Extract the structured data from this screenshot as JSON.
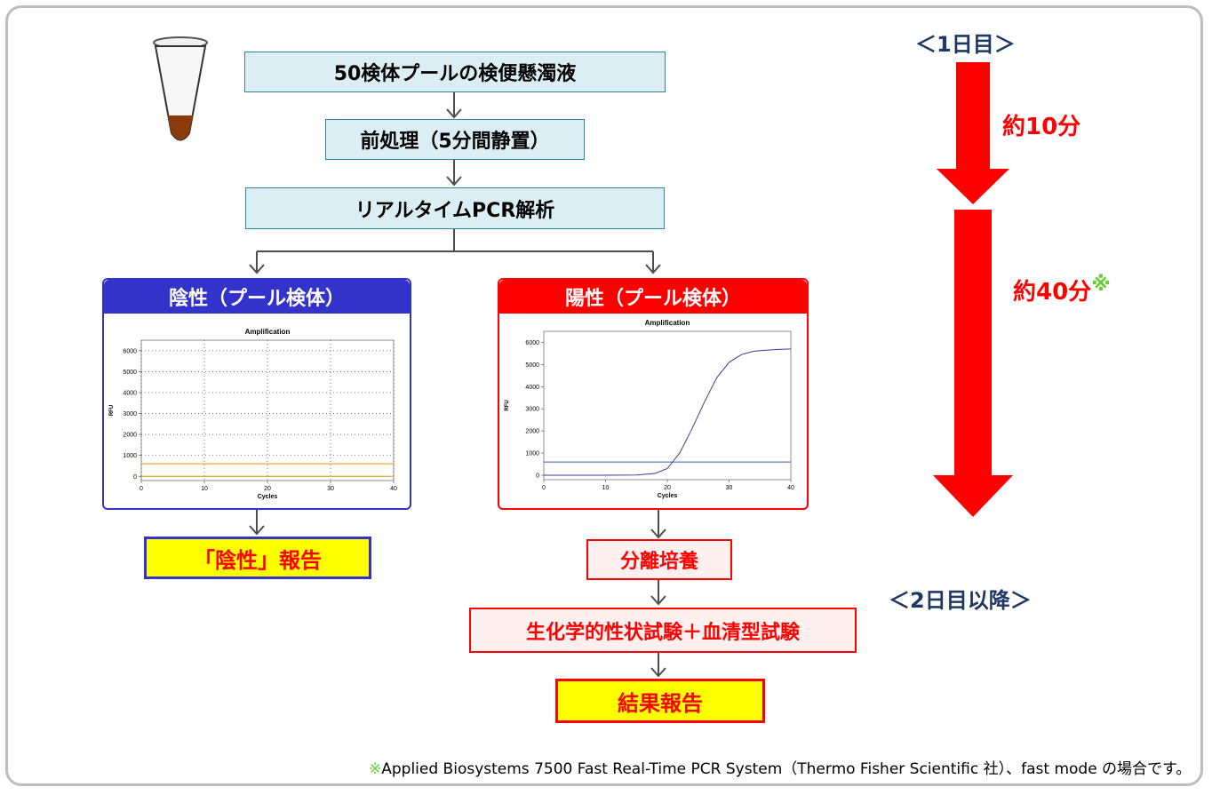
{
  "steps": {
    "step1": "50検体プールの検便懸濁液",
    "step2": "前処理（5分間静置）",
    "step3": "リアルタイムPCR解析",
    "negative_header": "陰性（プール検体）",
    "positive_header": "陽性（プール検体）",
    "negative_report": "「陰性」報告",
    "culture": "分離培養",
    "tests": "生化学的性状試験＋血清型試験",
    "result": "結果報告"
  },
  "timeline": {
    "day1": "＜1日目＞",
    "day2": "＜2日目以降＞",
    "t1": "約10分",
    "t2": "約40分",
    "mark": "※"
  },
  "footnote": {
    "mark": "※",
    "text": "Applied Biosystems 7500 Fast Real-Time PCR System（Thermo Fisher Scientific 社）、fast mode の場合です。"
  },
  "charts": [
    {
      "title": "Amplification",
      "xlabel": "Cycles",
      "ylabel": "RFU",
      "yticks": [
        "0",
        "1000",
        "2000",
        "3000",
        "4000",
        "5000",
        "6000"
      ],
      "xticks": [
        "0",
        "10",
        "20",
        "30",
        "40"
      ]
    },
    {
      "title": "Amplification",
      "xlabel": "Cycles",
      "ylabel": "RFU",
      "yticks": [
        "0",
        "1000",
        "2000",
        "3000",
        "4000",
        "5000",
        "6000"
      ],
      "xticks": [
        "0",
        "10",
        "20",
        "30",
        "40"
      ]
    }
  ],
  "chart_data": [
    {
      "type": "line",
      "title": "Amplification",
      "xlabel": "Cycles",
      "ylabel": "RFU",
      "xlim": [
        0,
        40
      ],
      "ylim": [
        -200,
        6500
      ],
      "grid": true,
      "series": [
        {
          "x": [
            0,
            40
          ],
          "y": [
            600,
            600
          ]
        },
        {
          "x": [
            0,
            40
          ],
          "y": [
            0,
            0
          ]
        }
      ]
    },
    {
      "type": "line",
      "title": "Amplification",
      "xlabel": "Cycles",
      "ylabel": "RFU",
      "xlim": [
        0,
        40
      ],
      "ylim": [
        -200,
        6500
      ],
      "grid": false,
      "series": [
        {
          "x": [
            0,
            40
          ],
          "y": [
            600,
            600
          ]
        },
        {
          "x": [
            0,
            5,
            10,
            15,
            18,
            20,
            22,
            24,
            26,
            28,
            30,
            32,
            34,
            36,
            38,
            40
          ],
          "y": [
            0,
            0,
            0,
            10,
            80,
            300,
            1000,
            2100,
            3300,
            4400,
            5100,
            5450,
            5600,
            5650,
            5680,
            5700
          ]
        }
      ]
    }
  ],
  "colors": {
    "arrow_red": "#ff0000",
    "negative_blue": "#3333cc",
    "positive_red": "#ff0000",
    "mark_green": "#66cc33",
    "day_text": "#1f3864"
  }
}
